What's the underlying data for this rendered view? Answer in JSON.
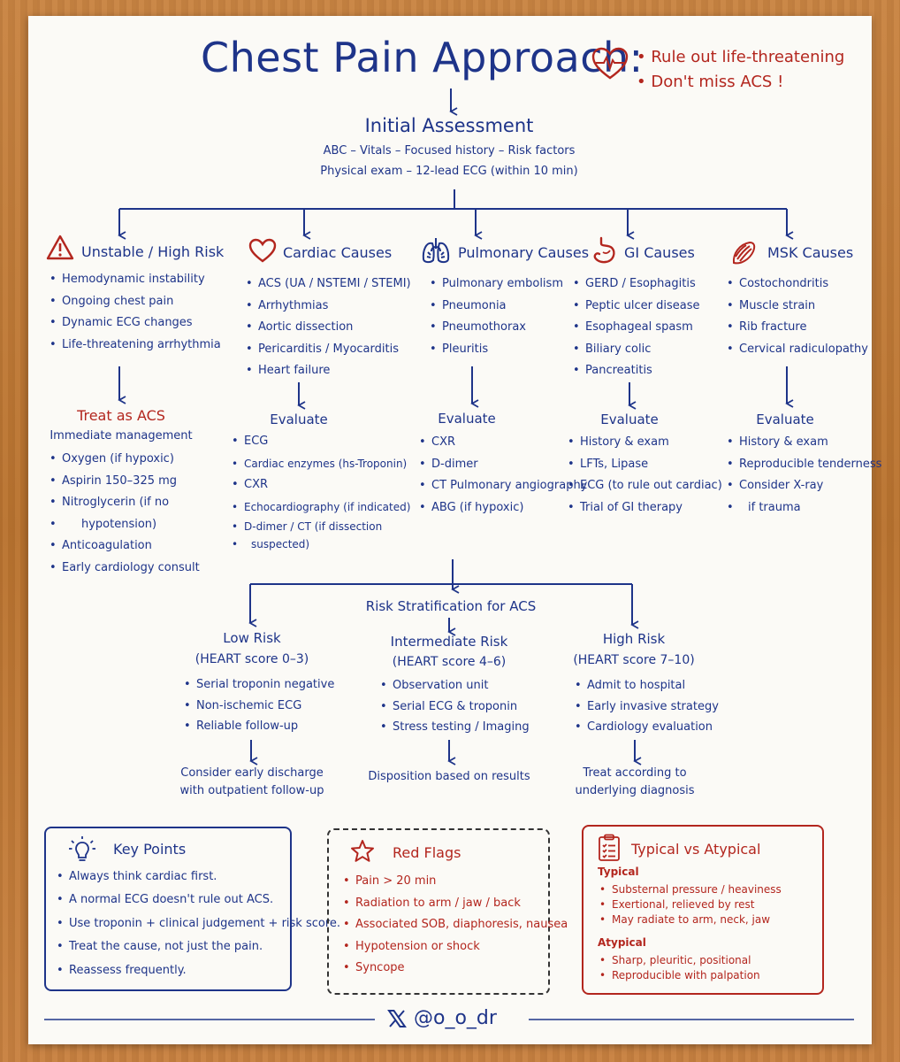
{
  "title": "Chest Pain Approach:",
  "goals": [
    "Rule out life-threatening",
    "Don't miss ACS !"
  ],
  "initial": {
    "heading": "Initial Assessment",
    "line1": "ABC – Vitals – Focused history – Risk factors",
    "line2": "Physical exam – 12-lead ECG (within 10 min)"
  },
  "columns": [
    {
      "heading": "Unstable / High Risk",
      "items": [
        "Hemodynamic instability",
        "Ongoing chest pain",
        "Dynamic ECG changes",
        "Life-threatening arrhythmia"
      ],
      "action": "Treat as ACS",
      "subaction": "Immediate management",
      "steps": [
        "Oxygen (if hypoxic)",
        "Aspirin 150–325 mg",
        "Nitroglycerin (if no",
        "hypotension)",
        "Anticoagulation",
        "Early cardiology consult"
      ]
    },
    {
      "heading": "Cardiac Causes",
      "items": [
        "ACS (UA / NSTEMI / STEMI)",
        "Arrhythmias",
        "Aortic dissection",
        "Pericarditis / Myocarditis",
        "Heart failure"
      ],
      "evaluate": "Evaluate",
      "steps": [
        "ECG",
        "Cardiac enzymes (hs-Troponin)",
        "CXR",
        "Echocardiography (if indicated)",
        "D-dimer / CT (if dissection",
        "suspected)"
      ]
    },
    {
      "heading": "Pulmonary Causes",
      "items": [
        "Pulmonary embolism",
        "Pneumonia",
        "Pneumothorax",
        "Pleuritis"
      ],
      "evaluate": "Evaluate",
      "steps": [
        "CXR",
        "D-dimer",
        "CT Pulmonary angiography",
        "ABG (if hypoxic)"
      ]
    },
    {
      "heading": "GI Causes",
      "items": [
        "GERD / Esophagitis",
        "Peptic ulcer disease",
        "Esophageal spasm",
        "Biliary colic",
        "Pancreatitis"
      ],
      "evaluate": "Evaluate",
      "steps": [
        "History & exam",
        "LFTs, Lipase",
        "ECG (to rule out cardiac)",
        "Trial of GI therapy"
      ]
    },
    {
      "heading": "MSK Causes",
      "items": [
        "Costochondritis",
        "Muscle strain",
        "Rib fracture",
        "Cervical radiculopathy"
      ],
      "evaluate": "Evaluate",
      "steps": [
        "History & exam",
        "Reproducible tenderness",
        "Consider X-ray",
        "if trauma"
      ]
    }
  ],
  "risk": {
    "heading": "Risk Stratification for ACS",
    "levels": [
      {
        "name": "Low Risk",
        "score": "(HEART score 0–3)",
        "items": [
          "Serial troponin negative",
          "Non-ischemic ECG",
          "Reliable follow-up"
        ],
        "outcome1": "Consider early discharge",
        "outcome2": "with outpatient follow-up"
      },
      {
        "name": "Intermediate Risk",
        "score": "(HEART score 4–6)",
        "items": [
          "Observation unit",
          "Serial ECG & troponin",
          "Stress testing / Imaging"
        ],
        "outcome1": "Disposition based on results",
        "outcome2": ""
      },
      {
        "name": "High Risk",
        "score": "(HEART score 7–10)",
        "items": [
          "Admit to hospital",
          "Early invasive strategy",
          "Cardiology evaluation"
        ],
        "outcome1": "Treat according to",
        "outcome2": "underlying diagnosis"
      }
    ]
  },
  "key_points": {
    "heading": "Key Points",
    "items": [
      "Always think cardiac first.",
      "A normal ECG doesn't rule out ACS.",
      "Use troponin + clinical judgement + risk score.",
      "Treat the cause, not just the pain.",
      "Reassess frequently."
    ]
  },
  "red_flags": {
    "heading": "Red Flags",
    "items": [
      "Pain > 20 min",
      "Radiation to arm / jaw / back",
      "Associated SOB, diaphoresis, nausea",
      "Hypotension or shock",
      "Syncope"
    ]
  },
  "typical_atypical": {
    "heading": "Typical vs Atypical",
    "typical_label": "Typical",
    "typical": [
      "Substernal pressure / heaviness",
      "Exertional, relieved by rest",
      "May radiate to arm, neck, jaw"
    ],
    "atypical_label": "Atypical",
    "atypical": [
      "Sharp, pleuritic, positional",
      "Reproducible with palpation"
    ]
  },
  "footer": {
    "handle": "@o_o_dr",
    "icon": "x-logo-icon"
  },
  "colors": {
    "navy": "#1e3489",
    "red": "#b3261e",
    "paper": "#fbfaf6"
  },
  "icons": [
    "heart-pulse-icon",
    "warning-icon",
    "heart-icon",
    "lungs-icon",
    "stomach-icon",
    "muscle-icon",
    "lightbulb-icon",
    "star-icon",
    "clipboard-icon"
  ]
}
